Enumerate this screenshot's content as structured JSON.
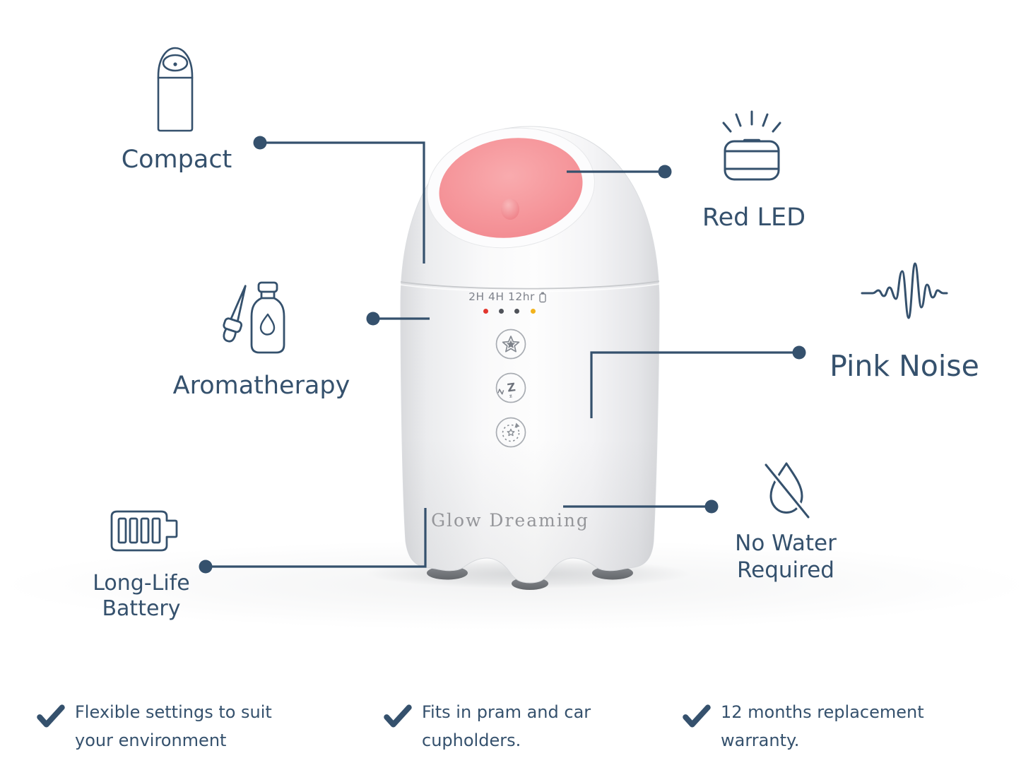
{
  "callouts": {
    "compact": {
      "label": "Compact"
    },
    "red_led": {
      "label": "Red LED"
    },
    "aromatherapy": {
      "label": "Aromatherapy"
    },
    "pink_noise": {
      "label": "Pink Noise"
    },
    "long_life_battery": {
      "line1": "Long-Life",
      "line2": "Battery"
    },
    "no_water_required": {
      "line1": "No Water",
      "line2": "Required"
    }
  },
  "device": {
    "brand": "Glow Dreaming",
    "timer_labels": "2H 4H 12hr",
    "leds": [
      {
        "name": "timer-2h-led",
        "color": "#e2362e"
      },
      {
        "name": "timer-4h-led",
        "color": "#4f5259"
      },
      {
        "name": "timer-12hr-led",
        "color": "#4f5259"
      },
      {
        "name": "battery-status-led",
        "color": "#f2b31c"
      }
    ],
    "sleep_button_glyphs": {
      "main": "Z",
      "mid": "Z",
      "small": "z"
    }
  },
  "benefits": [
    {
      "line1": "Flexible settings to suit",
      "line2": "your environment"
    },
    {
      "line1": "Fits in pram and car",
      "line2": "cupholders."
    },
    {
      "line1": "12 months replacement",
      "line2": "warranty."
    }
  ],
  "colors": {
    "accent_navy": "#35516d",
    "pink_glow": "#f59499",
    "device_body": "#f2f3f4",
    "logo_gray": "#95969a",
    "led_red": "#e2362e",
    "led_yellow": "#f2b31c"
  }
}
